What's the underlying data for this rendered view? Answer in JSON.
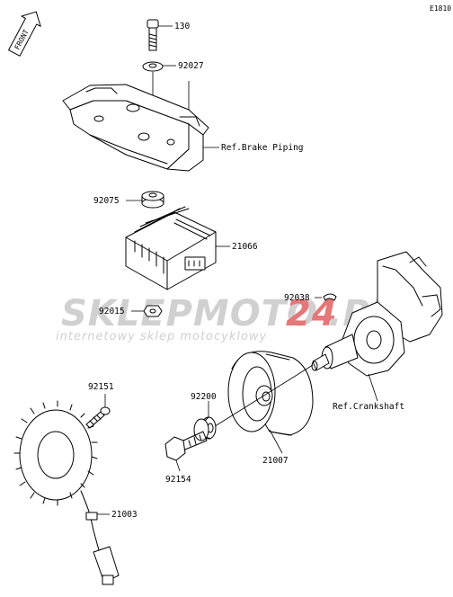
{
  "diagram": {
    "page_code": "E1810",
    "front_label": "FRONT",
    "callouts": {
      "p130": "130",
      "p92027": "92027",
      "ref_brake": "Ref.Brake Piping",
      "p92075": "92075",
      "p21066": "21066",
      "p92038": "92038",
      "p92015": "92015",
      "p92151": "92151",
      "p92200": "92200",
      "ref_crank": "Ref.Crankshaft",
      "p21007": "21007",
      "p92154": "92154",
      "p21003": "21003"
    },
    "watermark": {
      "brand_a": "SKLEPMOTO",
      "brand_b": "24",
      "brand_c": ".PL",
      "tagline": "internetowy sklep motocyklowy",
      "color_gray": "#c8c8c8",
      "color_red": "#e06060"
    }
  }
}
